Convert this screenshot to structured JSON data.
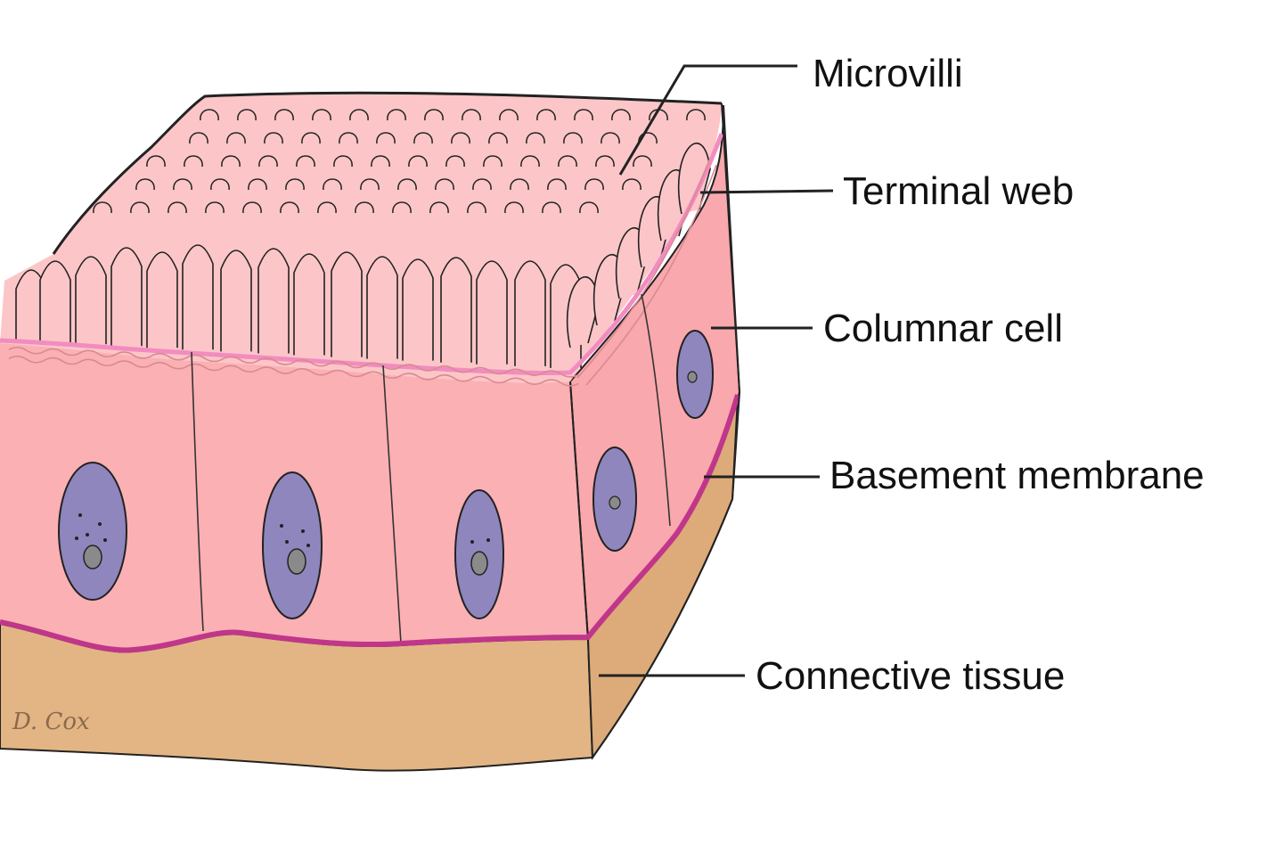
{
  "labels": {
    "microvilli": "Microvilli",
    "terminal_web": "Terminal web",
    "columnar_cell": "Columnar cell",
    "basement_membrane": "Basement membrane",
    "connective_tissue": "Connective tissue"
  },
  "signature": "D. Cox",
  "colors": {
    "cell_cytoplasm": "#fbb0b4",
    "microvilli_layer": "#fcc6c8",
    "nucleus": "#8f86be",
    "nucleolus": "#8a8a8a",
    "basement_membrane": "#c0368a",
    "connective_tissue": "#e3b584",
    "terminal_web": "#d98a8f"
  }
}
